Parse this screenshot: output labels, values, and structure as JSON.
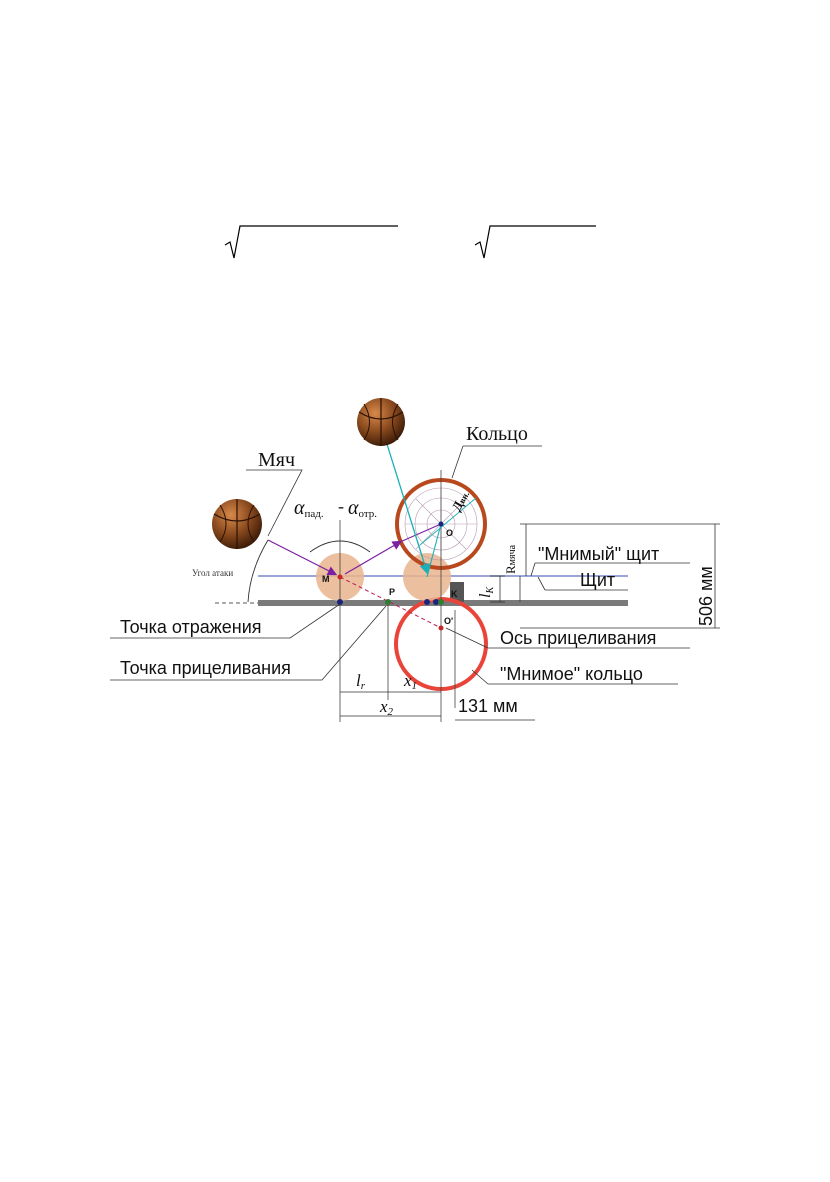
{
  "formula": {
    "radical_count": 2
  },
  "diagram": {
    "labels": {
      "ring": "Кольцо",
      "ball": "Мяч",
      "alpha_in": "α",
      "alpha_in_sub": "пад.",
      "alpha_dash": "-",
      "alpha_out": "α",
      "alpha_out_sub": "отр.",
      "attack_angle": "Угол атаки",
      "virtual_board": "\"Мнимый\" щит",
      "board": "Щит",
      "r_ball": "R",
      "r_ball_sub": "мяча",
      "ring_diameter": "Д",
      "ring_diameter_sub": "вн.",
      "height": "506 мм",
      "reflection_point": "Точка отражения",
      "aim_point": "Точка прицеливания",
      "aim_axis": "Ось прицеливания",
      "virtual_ring": "\"Мнимое\" кольцо",
      "offset": "131 мм",
      "lr": "l",
      "lr_sub": "r",
      "x1": "x",
      "x1_sub": "1",
      "x2": "x",
      "x2_sub": "2",
      "lk": "l",
      "lk_sub": "K",
      "point_m": "M",
      "point_p": "P",
      "point_k": "K",
      "point_o": "O",
      "point_o_virtual": "O'"
    },
    "colors": {
      "ring": "#b8491f",
      "virtual_ring": "#e8443a",
      "trajectory": "#1bb0b8",
      "incidence_arrow": "#7b1fa2",
      "virtual_board": "#7a86c8",
      "board": "#7a7a7a",
      "ball_shadow": "#e9b48e",
      "ball": "#8a4a1e"
    }
  }
}
